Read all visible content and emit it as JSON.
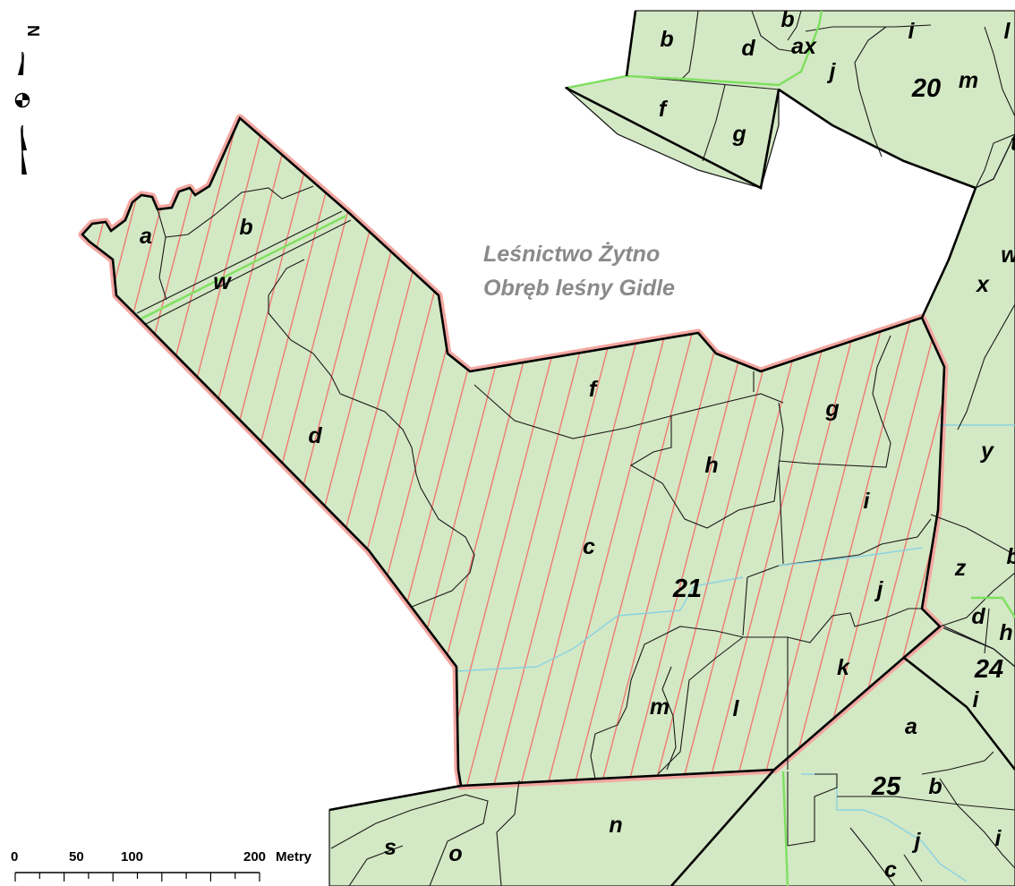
{
  "colors": {
    "forest_fill": "#d3e8c4",
    "boundary": "#000000",
    "selection_halo": "#f3a7a1",
    "hatch": "#f07a72",
    "stream": "#7fd0e6",
    "road": "#7ee060",
    "forest_label": "#8a8a8a"
  },
  "forest_unit": {
    "line1": "Leśnictwo Żytno",
    "line2": "Obręb leśny Gidle"
  },
  "compartments": {
    "c20": "20",
    "c21": "21",
    "c24": "24",
    "c25": "25"
  },
  "subcompartments": {
    "c21": {
      "a": "a",
      "b": "b",
      "w": "w",
      "d": "d",
      "f": "f",
      "g": "g",
      "h": "h",
      "i": "i",
      "c": "c",
      "j": "j",
      "k": "k",
      "m": "m",
      "l": "l"
    },
    "c20": {
      "b1": "b",
      "d": "d",
      "b2": "b",
      "ax": "ax",
      "i": "i",
      "l": "l",
      "j": "j",
      "m": "m",
      "f": "f",
      "g": "g"
    },
    "east": {
      "t": "t",
      "w": "w",
      "x": "x",
      "y": "y",
      "z": "z",
      "b": "b",
      "d": "d",
      "h": "h",
      "i": "i"
    },
    "south": {
      "a": "a",
      "b": "b",
      "j": "j",
      "i": "i",
      "c": "c",
      "n": "n",
      "s": "s",
      "o": "o"
    }
  },
  "north_arrow": {
    "letter": "N",
    "icon": "north-arrow-icon"
  },
  "scale_bar": {
    "ticks": [
      "0",
      "50",
      "100",
      "200"
    ],
    "unit": "Metry"
  }
}
